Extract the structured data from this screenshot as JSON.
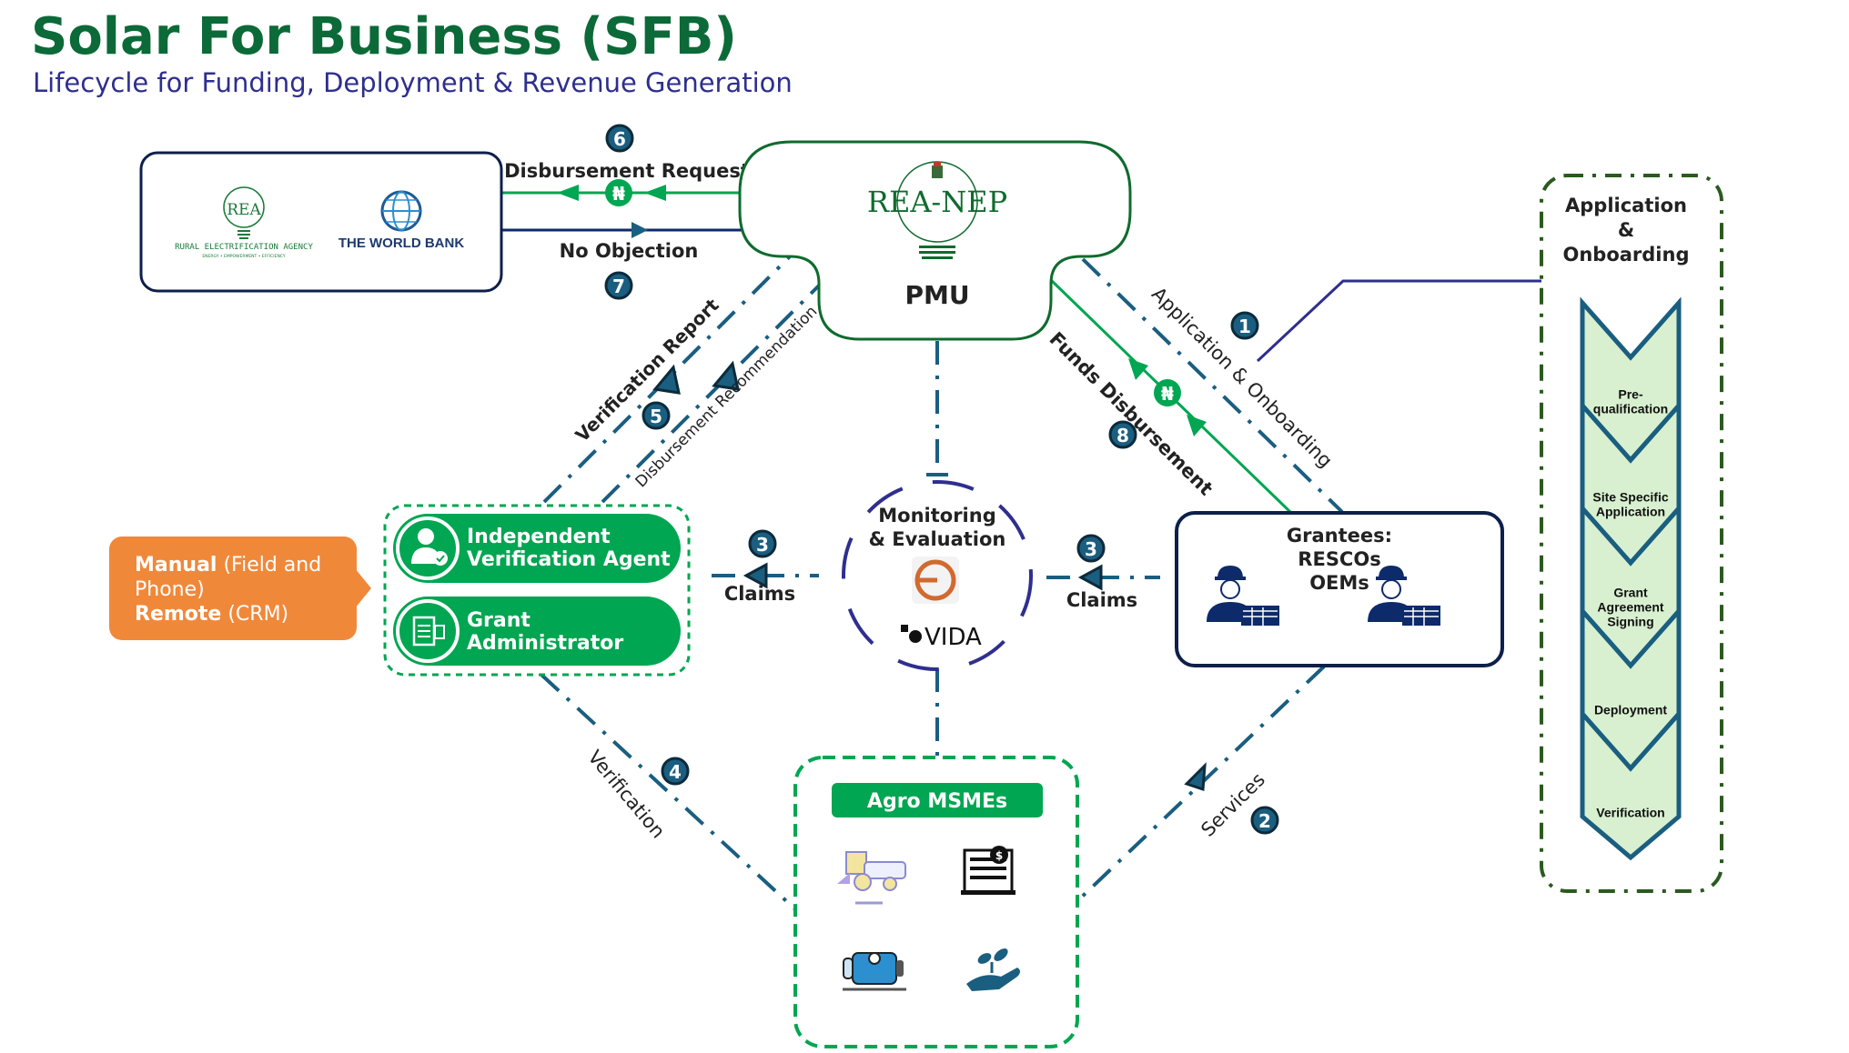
{
  "header": {
    "title": "Solar For Business (SFB)",
    "subtitle": "Lifecycle for Funding, Deployment & Revenue Generation"
  },
  "colors": {
    "title_green": "#0b6a38",
    "subtitle_blue": "#2e2f8e",
    "flow_green": "#00a651",
    "flow_teal": "#1a5e80",
    "badge_navy": "#1a5e80",
    "box_navy": "#0d1f4a",
    "pmu_green": "#0f6b2e",
    "manual_orange": "#f0883a",
    "chevron_fill": "#d8f0d0",
    "chevron_stroke": "#1a5e80",
    "panel_border": "#2b5a1e",
    "me_ring": "#2e2f8e"
  },
  "funders": {
    "rea_logo_text": "REA",
    "rea_name": "RURAL ELECTRIFICATION AGENCY",
    "rea_tagline": "ENERGY • EMPOWERMENT • EFFICIENCY",
    "world_bank": "THE WORLD BANK"
  },
  "pmu": {
    "logo_text": "REA-NEP",
    "label": "PMU"
  },
  "flows": {
    "disbursement_request": {
      "step": "6",
      "label": "Disbursement Request",
      "currency_icon": "₦"
    },
    "no_objection": {
      "step": "7",
      "label": "No Objection"
    },
    "application_onboarding": {
      "step": "1",
      "label": "Application & Onboarding"
    },
    "funds_disbursement": {
      "step": "8",
      "label": "Funds Disbursement",
      "currency_icon": "₦"
    },
    "verification_report": {
      "step": "5",
      "label": "Verification Report"
    },
    "disbursement_recommendation": {
      "label": "Disbursement Recommendation"
    },
    "claims_left": {
      "step": "3",
      "label": "Claims"
    },
    "claims_right": {
      "step": "3",
      "label": "Claims"
    },
    "verification": {
      "step": "4",
      "label": "Verification"
    },
    "services": {
      "step": "2",
      "label": "Services"
    }
  },
  "manual_remote": {
    "manual_bold": "Manual",
    "manual_rest": " (Field and Phone)",
    "remote_bold": "Remote",
    "remote_rest": " (CRM)"
  },
  "agents": {
    "iva_line1": "Independent",
    "iva_line2": "Verification Agent",
    "ga_line1": "Grant",
    "ga_line2": "Administrator"
  },
  "monitoring": {
    "line1": "Monitoring",
    "line2": "& Evaluation",
    "vida_label": "VIDA"
  },
  "grantees": {
    "line1": "Grantees:",
    "line2": "RESCOs",
    "line3": "OEMs"
  },
  "agro": {
    "title": "Agro MSMEs",
    "icons": [
      "harvester-icon",
      "bank-building-icon",
      "water-pump-icon",
      "plant-in-hand-icon"
    ]
  },
  "onboarding_panel": {
    "title_line1": "Application",
    "title_line2": "&",
    "title_line3": "Onboarding",
    "steps": [
      {
        "lines": [
          "Pre-",
          "qualification"
        ]
      },
      {
        "lines": [
          "Site Specific",
          "Application"
        ]
      },
      {
        "lines": [
          "Grant",
          "Agreement",
          "Signing"
        ]
      },
      {
        "lines": [
          "Deployment"
        ]
      },
      {
        "lines": [
          "Verification"
        ]
      }
    ]
  }
}
